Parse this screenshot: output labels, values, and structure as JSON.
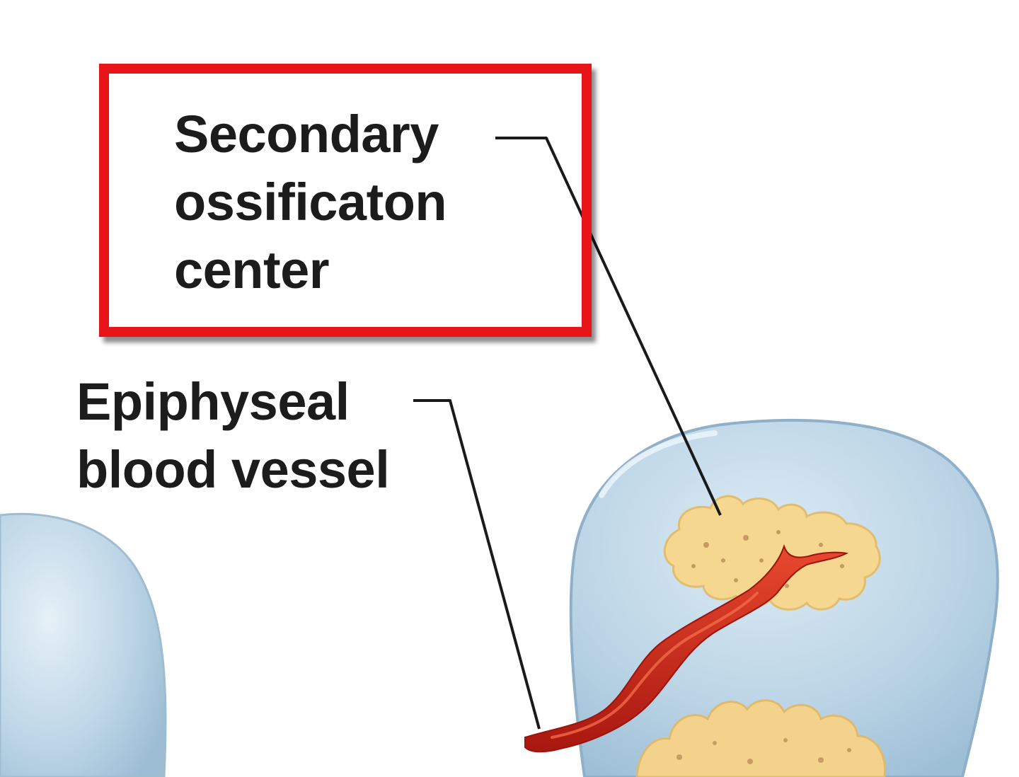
{
  "labels": {
    "secondary_center": {
      "lines": [
        "Secondary",
        "ossificaton",
        "center"
      ]
    },
    "epiphyseal_vessel": {
      "lines": [
        "Epiphyseal",
        "blood vessel"
      ]
    }
  },
  "colors": {
    "highlight_box": "#e8141a",
    "cartilage": "#b9d3e4",
    "cartilage_edge": "#8fb0c8",
    "bone": "#f3d58f",
    "bone_spots": "#b98a55",
    "vessel": "#c8231c",
    "vessel_highlight": "#ef5a3c",
    "leader_line": "#1a1a1a",
    "text": "#1c1c1c"
  }
}
